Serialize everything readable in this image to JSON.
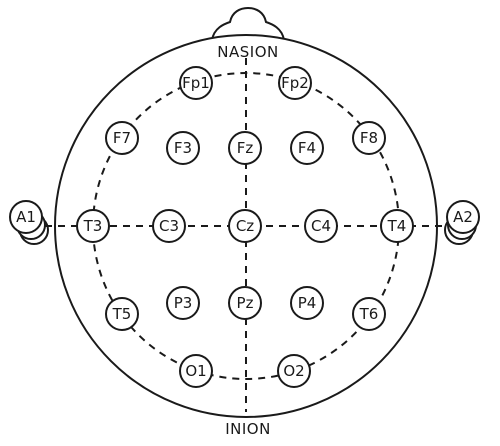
{
  "diagram": {
    "landmarks": {
      "nasion": "NASION",
      "inion": "INION"
    },
    "electrodes": [
      {
        "id": "Fp1",
        "label": "Fp1"
      },
      {
        "id": "Fp2",
        "label": "Fp2"
      },
      {
        "id": "F7",
        "label": "F7"
      },
      {
        "id": "F3",
        "label": "F3"
      },
      {
        "id": "Fz",
        "label": "Fz"
      },
      {
        "id": "F4",
        "label": "F4"
      },
      {
        "id": "F8",
        "label": "F8"
      },
      {
        "id": "A1",
        "label": "A1"
      },
      {
        "id": "T3",
        "label": "T3"
      },
      {
        "id": "C3",
        "label": "C3"
      },
      {
        "id": "Cz",
        "label": "Cz"
      },
      {
        "id": "C4",
        "label": "C4"
      },
      {
        "id": "T4",
        "label": "T4"
      },
      {
        "id": "A2",
        "label": "A2"
      },
      {
        "id": "T5",
        "label": "T5"
      },
      {
        "id": "P3",
        "label": "P3"
      },
      {
        "id": "Pz",
        "label": "Pz"
      },
      {
        "id": "P4",
        "label": "P4"
      },
      {
        "id": "T6",
        "label": "T6"
      },
      {
        "id": "O1",
        "label": "O1"
      },
      {
        "id": "O2",
        "label": "O2"
      }
    ]
  }
}
